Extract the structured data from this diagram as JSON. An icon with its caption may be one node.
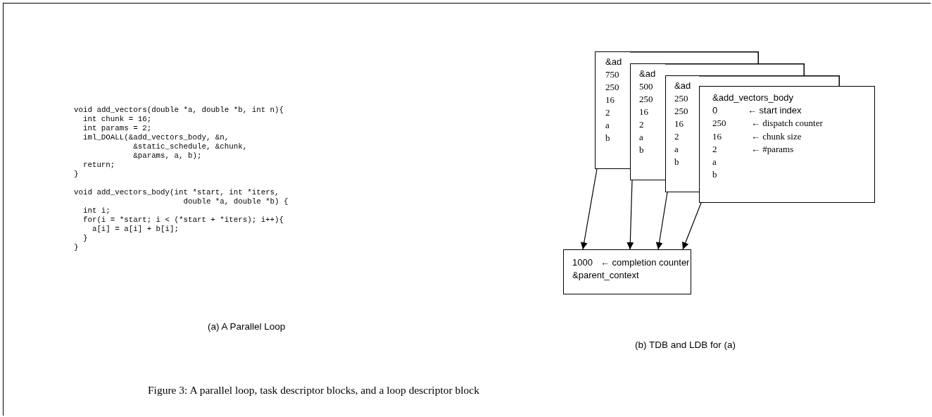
{
  "diagram": {
    "caption": "Figure 3: A parallel loop, task descriptor blocks, and a loop descriptor block",
    "nodes": [
      {
        "text": [
          "&ad",
          "750",
          "250",
          "16",
          "2",
          "a",
          "b"
        ]
      },
      {
        "text": [
          "&ad",
          "500",
          "250",
          "16",
          "2",
          "a",
          "b"
        ]
      },
      {
        "text": [
          "&ad",
          "250",
          "250",
          "16",
          "2",
          "a",
          "b"
        ]
      },
      {
        "text": [
          "&add_vectors_body",
          "0",
          "← start index",
          "250",
          "← dispatch counter",
          "16",
          "← chunk size",
          "2",
          "← #params",
          "a",
          "b"
        ]
      },
      {
        "text": [
          "1000",
          "← completion counter",
          "&parent_context"
        ]
      }
    ],
    "edges": [
      {
        "from": 0,
        "to": 4,
        "arrow": "to"
      },
      {
        "from": 1,
        "to": 4,
        "arrow": "to"
      },
      {
        "from": 2,
        "to": 4,
        "arrow": "to"
      },
      {
        "from": 3,
        "to": 4,
        "arrow": "to"
      }
    ],
    "labels": [
      "void add_vectors(double *a, double *b, int n){",
      "int chunk = 16;",
      "int params = 2;",
      "iml_DOALL(&add_vectors_body, &n,",
      "&static_schedule, &chunk,",
      "&params, a, b);",
      "return;",
      "}",
      "void add_vectors_body(int *start, int *iters,",
      "double *a, double *b) {",
      "int i;",
      "for(i = *start; i < (*start + *iters); i++){",
      "a[i] = a[i] + b[i];",
      "}",
      "}",
      "(a) A Parallel Loop",
      "(b) TDB and LDB for (a)"
    ]
  }
}
